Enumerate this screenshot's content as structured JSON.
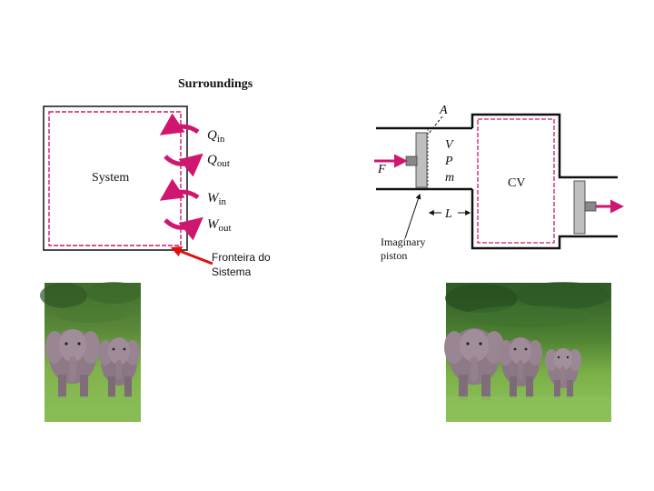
{
  "left_diagram": {
    "surroundings_label": "Surroundings",
    "system_label": "System",
    "q_in": {
      "base": "Q",
      "sub": "in"
    },
    "q_out": {
      "base": "Q",
      "sub": "out"
    },
    "w_in": {
      "base": "W",
      "sub": "in"
    },
    "w_out": {
      "base": "W",
      "sub": "out"
    },
    "boundary_label_line1": "Fronteira do",
    "boundary_label_line2": "Sistema",
    "arrow_color": "#d0176f",
    "boundary_color": "#d0176f",
    "callout_arrow_color": "#e01010"
  },
  "right_diagram": {
    "label_A": "A",
    "label_V": "V",
    "label_P": "P",
    "label_m": "m",
    "label_F": "F",
    "label_L": "L",
    "label_CV": "CV",
    "imaginary_piston_line1": "Imaginary",
    "imaginary_piston_line2": "piston"
  },
  "photos": {
    "left_photo": "two elephants in grass",
    "right_photo": "three elephants in grass"
  }
}
